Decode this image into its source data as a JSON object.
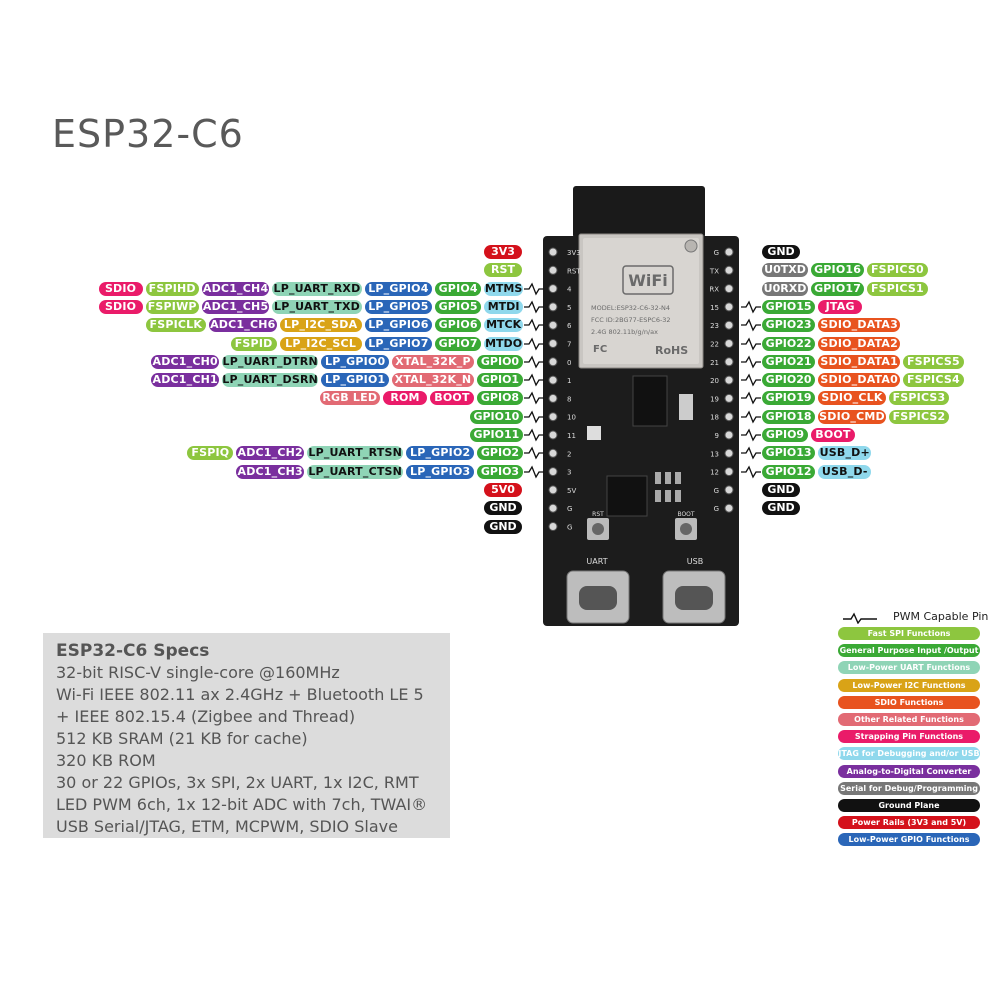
{
  "title": "ESP32-C6",
  "colors": {
    "fspi": "#8dc63f",
    "gpio": "#3aa935",
    "lp_uart": "#8fd4b6",
    "lp_i2c": "#d9a317",
    "sdio": "#e8531f",
    "other": "#e26a74",
    "strapping": "#ea1b69",
    "jtag": "#8fd8ec",
    "adc": "#7a2f9e",
    "serial": "#777777",
    "ground": "#111111",
    "power": "#d4111b",
    "lp_gpio": "#2a66b8"
  },
  "left_pins": [
    {
      "label": "3V3",
      "type": "power",
      "tags": []
    },
    {
      "label": "RST",
      "type": "fspi",
      "tags": []
    },
    {
      "label": "MTMS",
      "type": "jtag",
      "pwm": true,
      "tags": [
        {
          "text": "GPIO4",
          "type": "gpio"
        },
        {
          "text": "LP_GPIO4",
          "type": "lp_gpio"
        },
        {
          "text": "LP_UART_RXD",
          "type": "lp_uart"
        },
        {
          "text": "ADC1_CH4",
          "type": "adc"
        },
        {
          "text": "FSPIHD",
          "type": "fspi"
        },
        {
          "text": "SDIO",
          "type": "strapping"
        }
      ]
    },
    {
      "label": "MTDI",
      "type": "jtag",
      "pwm": true,
      "tags": [
        {
          "text": "GPIO5",
          "type": "gpio"
        },
        {
          "text": "LP_GPIO5",
          "type": "lp_gpio"
        },
        {
          "text": "LP_UART_TXD",
          "type": "lp_uart"
        },
        {
          "text": "ADC1_CH5",
          "type": "adc"
        },
        {
          "text": "FSPIWP",
          "type": "fspi"
        },
        {
          "text": "SDIO",
          "type": "strapping"
        }
      ]
    },
    {
      "label": "MTCK",
      "type": "jtag",
      "pwm": true,
      "tags": [
        {
          "text": "GPIO6",
          "type": "gpio"
        },
        {
          "text": "LP_GPIO6",
          "type": "lp_gpio"
        },
        {
          "text": "LP_I2C_SDA",
          "type": "lp_i2c"
        },
        {
          "text": "ADC1_CH6",
          "type": "adc"
        },
        {
          "text": "FSPICLK",
          "type": "fspi"
        }
      ]
    },
    {
      "label": "MTDO",
      "type": "jtag",
      "pwm": true,
      "tags": [
        {
          "text": "GPIO7",
          "type": "gpio"
        },
        {
          "text": "LP_GPIO7",
          "type": "lp_gpio"
        },
        {
          "text": "LP_I2C_SCL",
          "type": "lp_i2c"
        },
        {
          "text": "FSPID",
          "type": "fspi"
        }
      ]
    },
    {
      "label": "GPIO0",
      "type": "gpio",
      "pwm": true,
      "tags": [
        {
          "text": "XTAL_32K_P",
          "type": "other"
        },
        {
          "text": "LP_GPIO0",
          "type": "lp_gpio"
        },
        {
          "text": "LP_UART_DTRN",
          "type": "lp_uart"
        },
        {
          "text": "ADC1_CH0",
          "type": "adc"
        }
      ]
    },
    {
      "label": "GPIO1",
      "type": "gpio",
      "pwm": true,
      "tags": [
        {
          "text": "XTAL_32K_N",
          "type": "other"
        },
        {
          "text": "LP_GPIO1",
          "type": "lp_gpio"
        },
        {
          "text": "LP_UART_DSRN",
          "type": "lp_uart"
        },
        {
          "text": "ADC1_CH1",
          "type": "adc"
        }
      ]
    },
    {
      "label": "GPIO8",
      "type": "gpio",
      "pwm": true,
      "tags": [
        {
          "text": "BOOT",
          "type": "strapping"
        },
        {
          "text": "ROM",
          "type": "strapping"
        },
        {
          "text": "RGB LED",
          "type": "other"
        }
      ]
    },
    {
      "label": "GPIO10",
      "type": "gpio",
      "pwm": true,
      "tags": []
    },
    {
      "label": "GPIO11",
      "type": "gpio",
      "pwm": true,
      "tags": []
    },
    {
      "label": "GPIO2",
      "type": "gpio",
      "pwm": true,
      "tags": [
        {
          "text": "LP_GPIO2",
          "type": "lp_gpio"
        },
        {
          "text": "LP_UART_RTSN",
          "type": "lp_uart"
        },
        {
          "text": "ADC1_CH2",
          "type": "adc"
        },
        {
          "text": "FSPIQ",
          "type": "fspi"
        }
      ]
    },
    {
      "label": "GPIO3",
      "type": "gpio",
      "pwm": true,
      "tags": [
        {
          "text": "LP_GPIO3",
          "type": "lp_gpio"
        },
        {
          "text": "LP_UART_CTSN",
          "type": "lp_uart"
        },
        {
          "text": "ADC1_CH3",
          "type": "adc"
        }
      ]
    },
    {
      "label": "5V0",
      "type": "power",
      "tags": []
    },
    {
      "label": "GND",
      "type": "ground",
      "tags": []
    },
    {
      "label": "GND",
      "type": "ground",
      "tags": []
    }
  ],
  "right_pins": [
    {
      "label": "GND",
      "type": "ground",
      "tags": []
    },
    {
      "label": "U0TXD",
      "type": "serial",
      "tags": [
        {
          "text": "GPIO16",
          "type": "gpio"
        },
        {
          "text": "FSPICS0",
          "type": "fspi"
        }
      ]
    },
    {
      "label": "U0RXD",
      "type": "serial",
      "tags": [
        {
          "text": "GPIO17",
          "type": "gpio"
        },
        {
          "text": "FSPICS1",
          "type": "fspi"
        }
      ]
    },
    {
      "label": "GPIO15",
      "type": "gpio",
      "pwm": true,
      "tags": [
        {
          "text": "JTAG",
          "type": "strapping"
        }
      ]
    },
    {
      "label": "GPIO23",
      "type": "gpio",
      "pwm": true,
      "tags": [
        {
          "text": "SDIO_DATA3",
          "type": "sdio"
        }
      ]
    },
    {
      "label": "GPIO22",
      "type": "gpio",
      "pwm": true,
      "tags": [
        {
          "text": "SDIO_DATA2",
          "type": "sdio"
        }
      ]
    },
    {
      "label": "GPIO21",
      "type": "gpio",
      "pwm": true,
      "tags": [
        {
          "text": "SDIO_DATA1",
          "type": "sdio"
        },
        {
          "text": "FSPICS5",
          "type": "fspi"
        }
      ]
    },
    {
      "label": "GPIO20",
      "type": "gpio",
      "pwm": true,
      "tags": [
        {
          "text": "SDIO_DATA0",
          "type": "sdio"
        },
        {
          "text": "FSPICS4",
          "type": "fspi"
        }
      ]
    },
    {
      "label": "GPIO19",
      "type": "gpio",
      "pwm": true,
      "tags": [
        {
          "text": "SDIO_CLK",
          "type": "sdio"
        },
        {
          "text": "FSPICS3",
          "type": "fspi"
        }
      ]
    },
    {
      "label": "GPIO18",
      "type": "gpio",
      "pwm": true,
      "tags": [
        {
          "text": "SDIO_CMD",
          "type": "sdio"
        },
        {
          "text": "FSPICS2",
          "type": "fspi"
        }
      ]
    },
    {
      "label": "GPIO9",
      "type": "gpio",
      "pwm": true,
      "tags": [
        {
          "text": "BOOT",
          "type": "strapping"
        }
      ]
    },
    {
      "label": "GPIO13",
      "type": "gpio",
      "pwm": true,
      "tags": [
        {
          "text": "USB_D+",
          "type": "jtag"
        }
      ]
    },
    {
      "label": "GPIO12",
      "type": "gpio",
      "pwm": true,
      "tags": [
        {
          "text": "USB_D-",
          "type": "jtag"
        }
      ]
    },
    {
      "label": "GND",
      "type": "ground",
      "tags": []
    },
    {
      "label": "GND",
      "type": "ground",
      "tags": []
    }
  ],
  "board": {
    "module_lines": [
      "MODEL:ESP32-C6-32-N4",
      "FCC ID:2BG77-ESPC6-32",
      "2.4G 802.11b/g/n/ax"
    ],
    "wifi_text": "WiFi",
    "rohs_text": "RoHS",
    "fc_text": "FC",
    "rst_label": "RST",
    "boot_label": "BOOT",
    "uart_label": "UART",
    "usb_label": "USB",
    "left_pin_numbers": [
      "3V3",
      "RST",
      "4",
      "5",
      "6",
      "7",
      "0",
      "1",
      "8",
      "10",
      "11",
      "2",
      "3",
      "5V",
      "G",
      "G"
    ],
    "right_pin_numbers": [
      "G",
      "TX",
      "RX",
      "15",
      "23",
      "22",
      "21",
      "20",
      "19",
      "18",
      "9",
      "13",
      "12",
      "G",
      "G"
    ]
  },
  "specs": {
    "title": "ESP32-C6 Specs",
    "lines": [
      "32-bit RISC-V single-core @160MHz",
      "Wi-Fi IEEE 802.11 ax 2.4GHz + Bluetooth LE 5",
      "+ IEEE 802.15.4 (Zigbee and Thread)",
      "512 KB SRAM (21 KB for cache)",
      "320 KB ROM",
      "30 or 22 GPIOs, 3x SPI, 2x UART, 1x I2C, RMT",
      "LED PWM 6ch, 1x 12-bit ADC with 7ch, TWAI®",
      "USB Serial/JTAG, ETM, MCPWM, SDIO Slave"
    ]
  },
  "legend": {
    "pwm_label": "PWM Capable Pin",
    "items": [
      {
        "label": "Fast SPI Functions",
        "type": "fspi"
      },
      {
        "label": "General Purpose Input /Output",
        "type": "gpio"
      },
      {
        "label": "Low-Power UART Functions",
        "type": "lp_uart"
      },
      {
        "label": "Low-Power I2C Functions",
        "type": "lp_i2c"
      },
      {
        "label": "SDIO Functions",
        "type": "sdio"
      },
      {
        "label": "Other Related Functions",
        "type": "other"
      },
      {
        "label": "Strapping Pin Functions",
        "type": "strapping"
      },
      {
        "label": "JTAG for Debugging and/or USB",
        "type": "jtag"
      },
      {
        "label": "Analog-to-Digital Converter",
        "type": "adc"
      },
      {
        "label": "Serial for Debug/Programming",
        "type": "serial"
      },
      {
        "label": "Ground Plane",
        "type": "ground"
      },
      {
        "label": "Power Rails (3V3 and 5V)",
        "type": "power"
      },
      {
        "label": "Low-Power GPIO Functions",
        "type": "lp_gpio"
      }
    ]
  }
}
